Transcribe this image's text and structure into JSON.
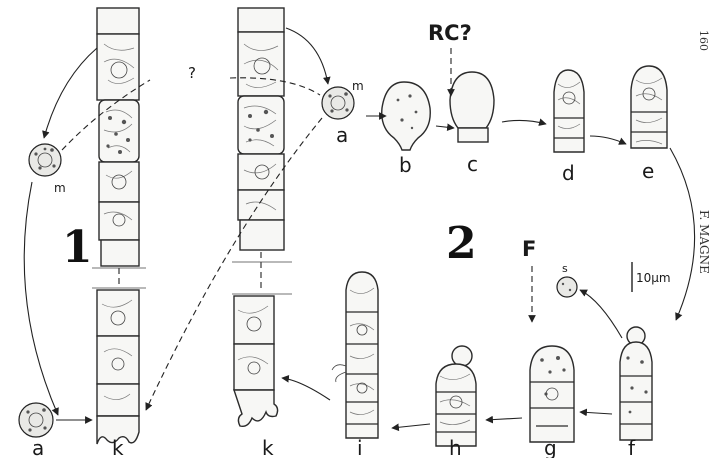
{
  "labels": {
    "question": "?",
    "m1": "m",
    "m2": "m",
    "rc": "RC?",
    "a_top": "a",
    "b": "b",
    "c": "c",
    "d": "d",
    "e": "e",
    "panel1": "1",
    "panel2": "2",
    "f_arrow": "F",
    "s": "s",
    "scale": "10μm",
    "a_bottom": "a",
    "k1": "k",
    "k2": "k",
    "i": "i",
    "h": "h",
    "g": "g",
    "f": "f"
  },
  "side": {
    "page": "160",
    "author": "F. MAGNE"
  }
}
